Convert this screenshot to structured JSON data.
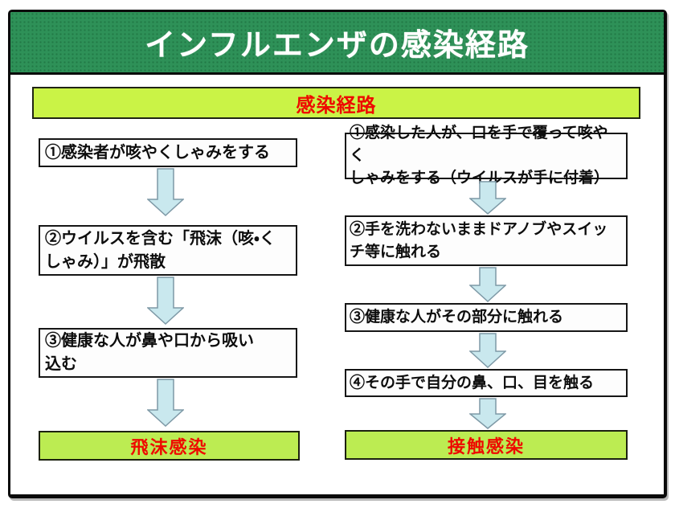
{
  "title": "インフルエンザの感染経路",
  "banner": "感染経路",
  "flow": {
    "left": {
      "steps": [
        "①感染者が咳やくしゃみをする",
        "②ウイルスを含む「飛沫（咳・く\nしゃみ）」が飛散",
        "③健康な人が鼻や口から吸い\n込む"
      ],
      "result": "飛沫感染"
    },
    "right": {
      "steps": [
        "①感染した人が、口を手で覆って咳やく\nしゃみをする（ウイルスが手に付着）",
        "②手を洗わないままドアノブやスイッ\nチ等に触れる",
        "③健康な人がその部分に触れる",
        "④その手で自分の鼻、口、目を触る"
      ],
      "result": "接触感染"
    }
  },
  "colors": {
    "header_green": "#2e9158",
    "banner_green": "#caf346",
    "result_green": "#bcec52",
    "arrow_fill": "#c9e8ee",
    "arrow_stroke": "#7e99a6",
    "red_text": "#ee0a00",
    "title_text": "#ffffff"
  }
}
